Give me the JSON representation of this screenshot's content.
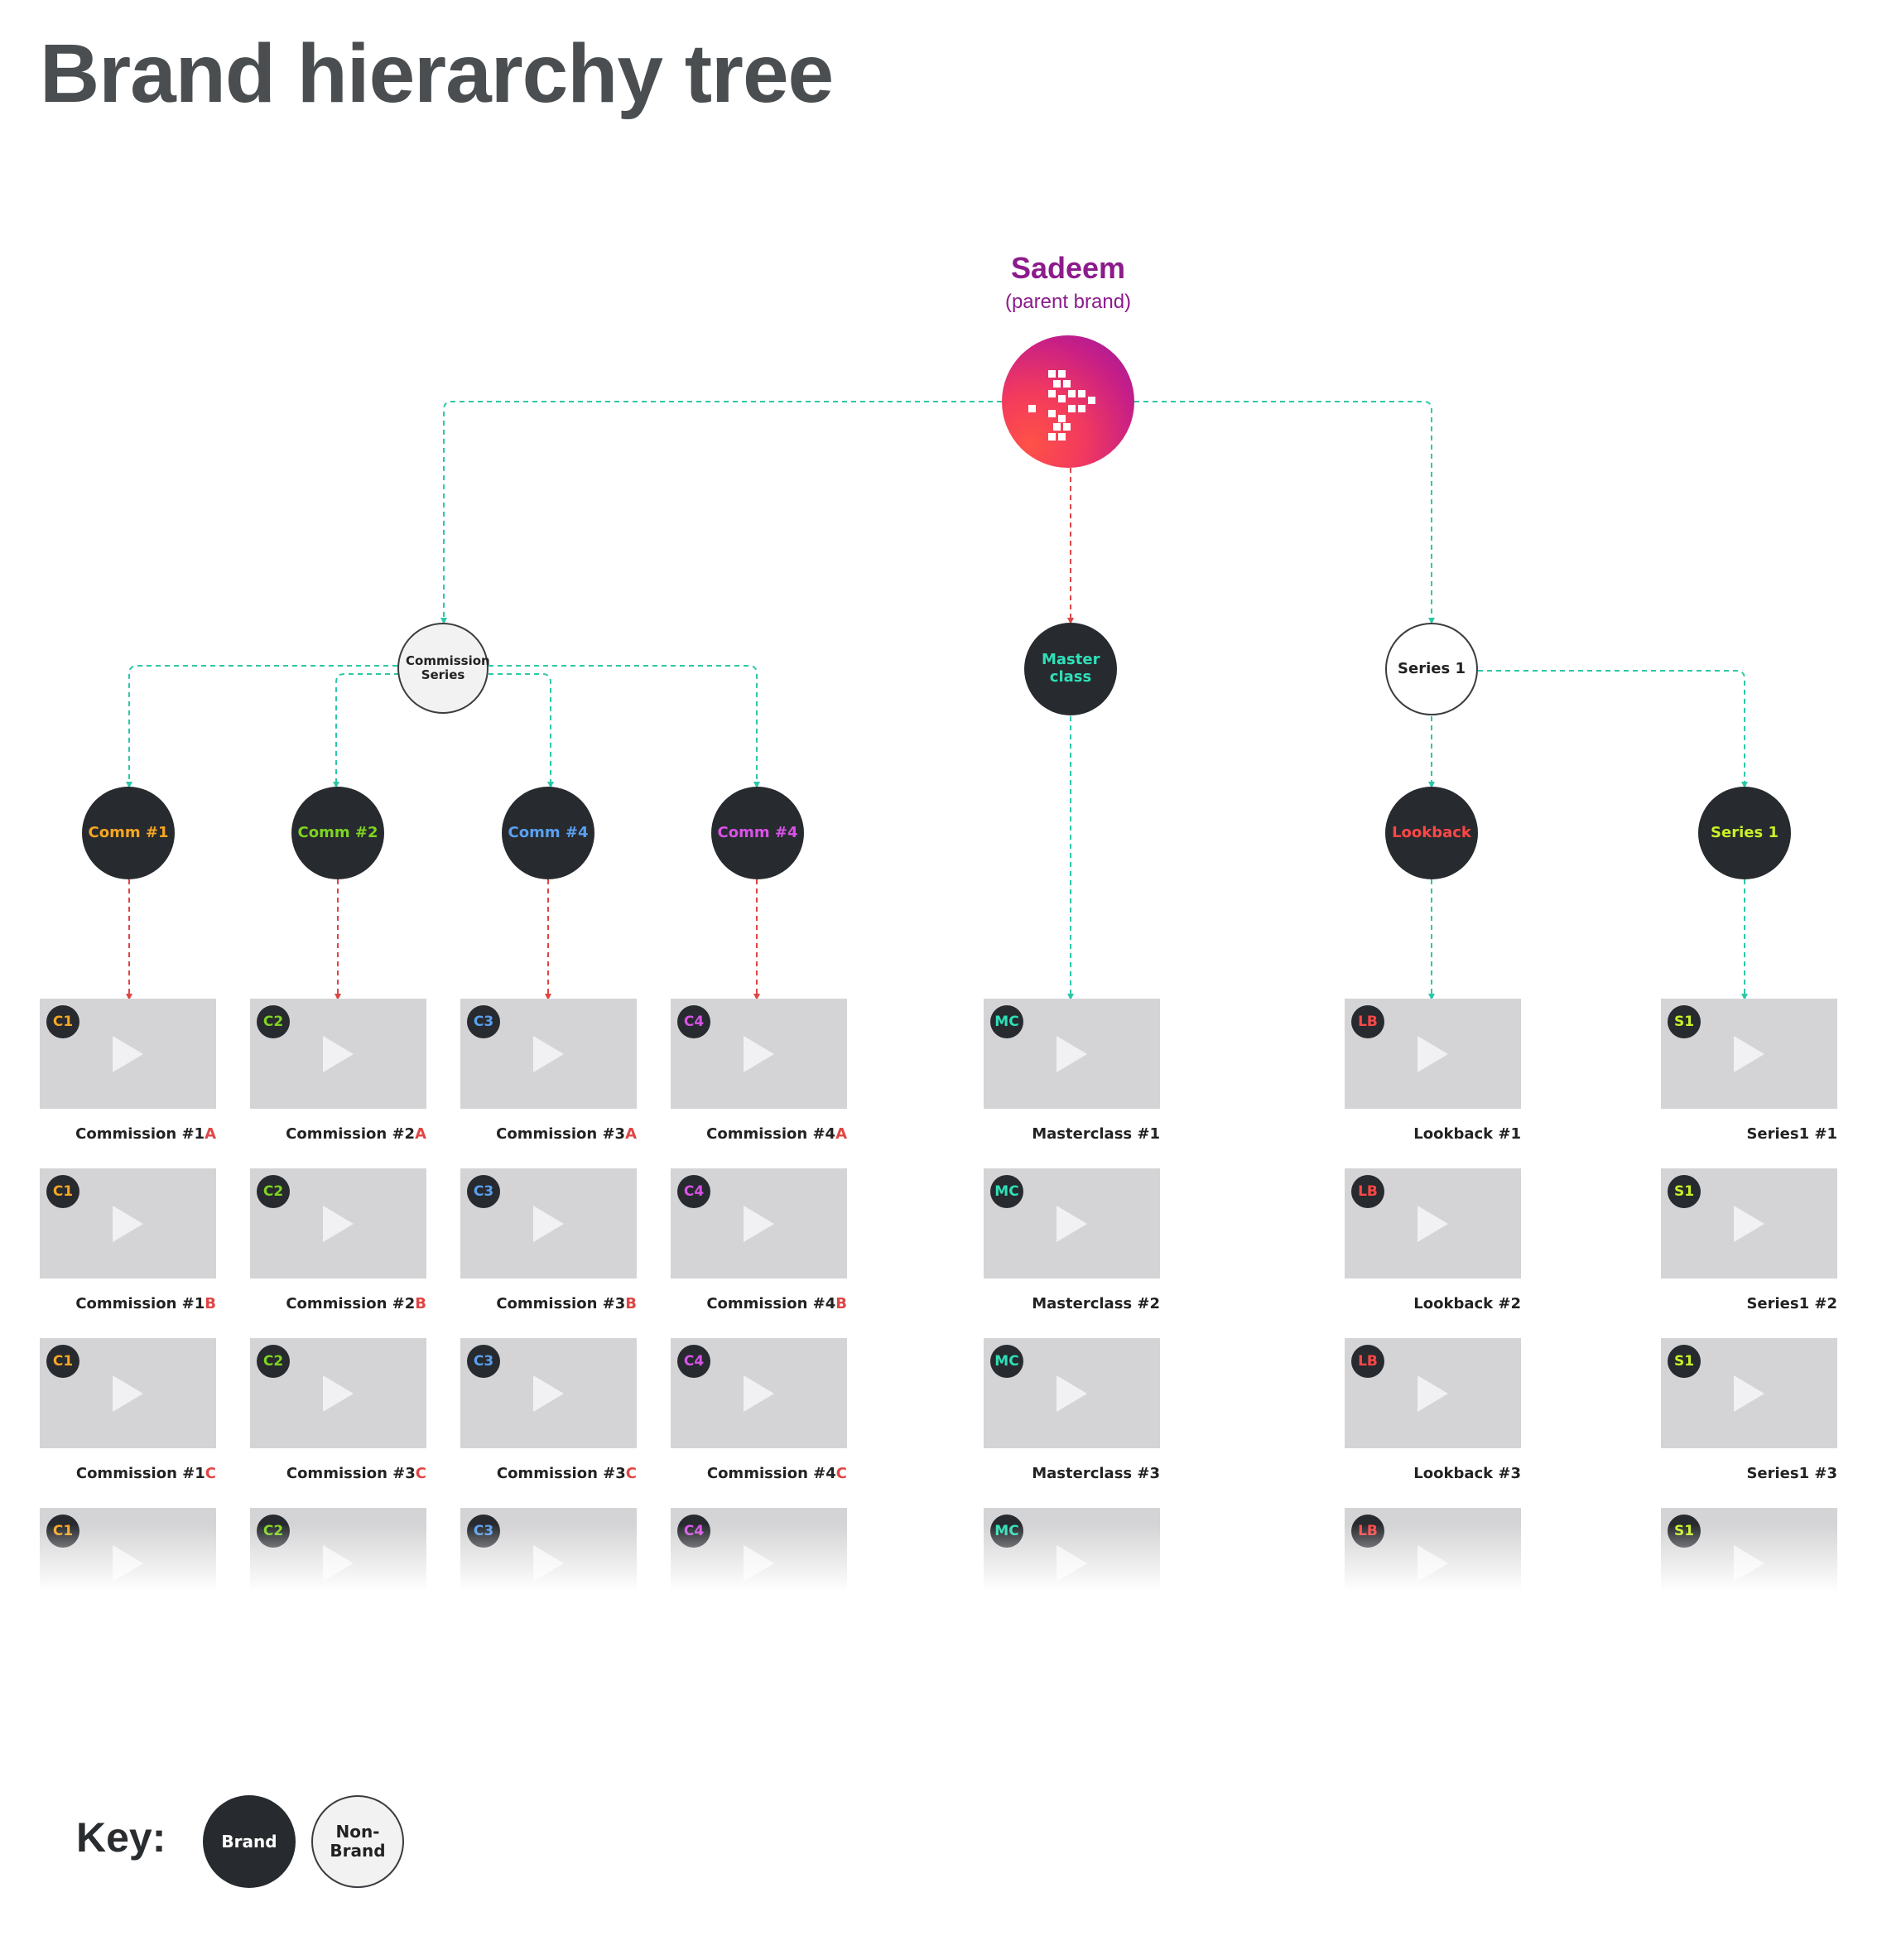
{
  "title": "Brand hierarchy tree",
  "parent": {
    "name": "Sadeem",
    "subtitle": "(parent brand)",
    "logo_icon": "sadeem-pixel-arrow-logo"
  },
  "colors": {
    "connector_teal": "#2bc8a8",
    "connector_red": "#e04545",
    "brand_fill": "#272a2e",
    "parent_text": "#8c1b8c"
  },
  "level1": [
    {
      "id": "commission-series",
      "label": "Commission Series",
      "type": "non-brand"
    },
    {
      "id": "masterclass",
      "label": "Master class",
      "type": "brand",
      "color": "#2ee0b8"
    },
    {
      "id": "series1",
      "label": "Series 1",
      "type": "non-brand"
    }
  ],
  "level2": [
    {
      "id": "comm1",
      "label": "Comm #1",
      "color": "#f5a623"
    },
    {
      "id": "comm2",
      "label": "Comm #2",
      "color": "#7ed321"
    },
    {
      "id": "comm4a",
      "label": "Comm #4",
      "color": "#5aa0f0"
    },
    {
      "id": "comm4b",
      "label": "Comm #4",
      "color": "#d952e8"
    },
    {
      "id": "lookback",
      "label": "Lookback",
      "color": "#ff4747"
    },
    {
      "id": "series1b",
      "label": "Series 1",
      "color": "#c8f02a"
    }
  ],
  "columns": [
    {
      "badge": "C1",
      "color": "#f5a623",
      "captions": [
        [
          "Commission #1",
          "A"
        ],
        [
          "Commission #1",
          "B"
        ],
        [
          "Commission #1",
          "C"
        ]
      ]
    },
    {
      "badge": "C2",
      "color": "#7ed321",
      "captions": [
        [
          "Commission #2",
          "A"
        ],
        [
          "Commission #2",
          "B"
        ],
        [
          "Commission #3",
          "C"
        ]
      ]
    },
    {
      "badge": "C3",
      "color": "#5aa0f0",
      "captions": [
        [
          "Commission #3",
          "A"
        ],
        [
          "Commission #3",
          "B"
        ],
        [
          "Commission #3",
          "C"
        ]
      ]
    },
    {
      "badge": "C4",
      "color": "#d952e8",
      "captions": [
        [
          "Commission #4",
          "A"
        ],
        [
          "Commission #4",
          "B"
        ],
        [
          "Commission #4",
          "C"
        ]
      ]
    },
    {
      "badge": "MC",
      "color": "#2ee0b8",
      "captions": [
        [
          "Masterclass #1",
          ""
        ],
        [
          "Masterclass #2",
          ""
        ],
        [
          "Masterclass #3",
          ""
        ]
      ]
    },
    {
      "badge": "LB",
      "color": "#ff4747",
      "captions": [
        [
          "Lookback #1",
          ""
        ],
        [
          "Lookback #2",
          ""
        ],
        [
          "Lookback #3",
          ""
        ]
      ]
    },
    {
      "badge": "S1",
      "color": "#c8f02a",
      "captions": [
        [
          "Series1 #1",
          ""
        ],
        [
          "Series1 #2",
          ""
        ],
        [
          "Series1 #3",
          ""
        ]
      ]
    }
  ],
  "key": {
    "label": "Key:",
    "brand": "Brand",
    "non_brand": "Non-\nBrand"
  },
  "icons": {
    "play": "play-icon"
  }
}
